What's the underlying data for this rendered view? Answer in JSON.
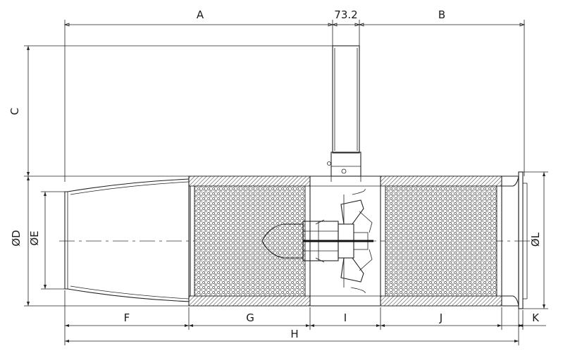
{
  "dimension_labels": {
    "a": "A",
    "gap": "73.2",
    "b": "B",
    "c": "C",
    "d": "ØD",
    "e": "ØE",
    "l": "ØL",
    "f": "F",
    "g": "G",
    "h": "H",
    "i": "I",
    "j": "J",
    "k": "K"
  }
}
